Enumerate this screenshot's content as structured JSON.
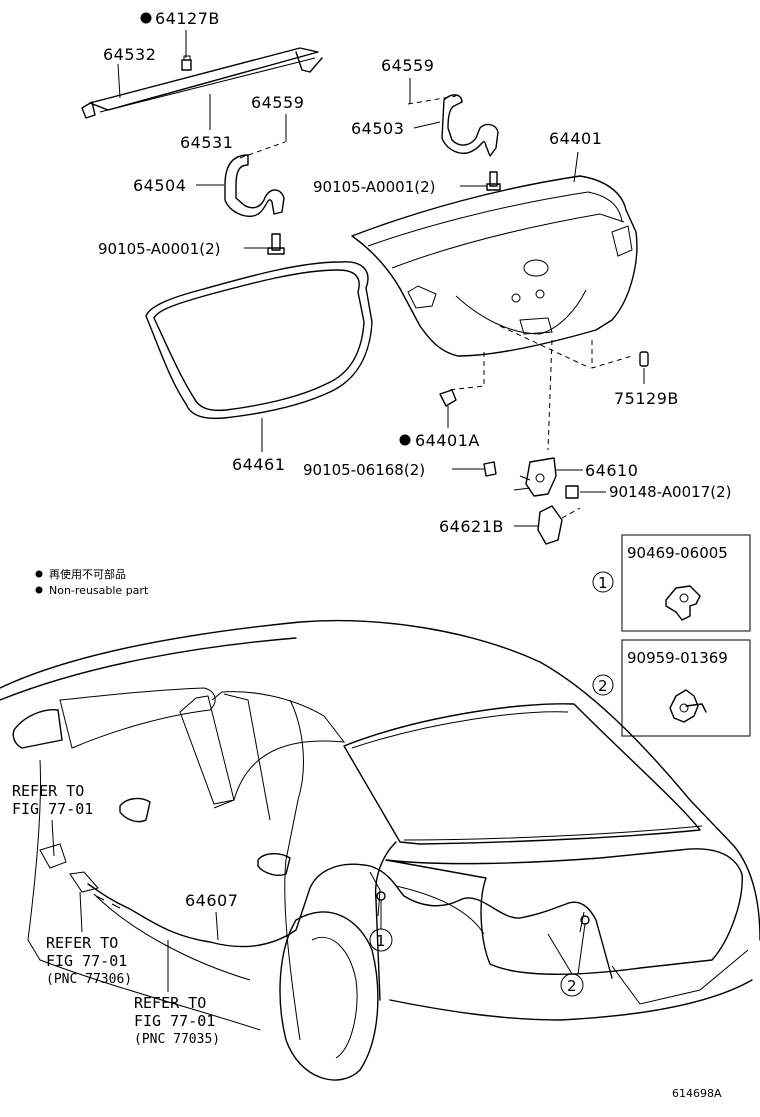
{
  "parts": {
    "p64127B": "64127B",
    "p64532": "64532",
    "p64531": "64531",
    "p64559_left": "64559",
    "p64559_right": "64559",
    "p64504": "64504",
    "p64503": "64503",
    "p90105_A0001_left": "90105-A0001(2)",
    "p90105_A0001_right": "90105-A0001(2)",
    "p64401": "64401",
    "p64461": "64461",
    "p75129B": "75129B",
    "p64401A": "64401A",
    "p90105_06168": "90105-06168(2)",
    "p64610": "64610",
    "p90148_A0017": "90148-A0017(2)",
    "p64621B": "64621B",
    "p64607": "64607"
  },
  "legend": {
    "line_jp": "再使用不可部品",
    "line_en": "Non-reusable part"
  },
  "clip_boxes": [
    {
      "marker": "1",
      "part": "90469-06005"
    },
    {
      "marker": "2",
      "part": "90959-01369"
    }
  ],
  "references": {
    "ref1_line1": "REFER TO",
    "ref1_line2": "FIG 77-01",
    "ref2_line1": "REFER TO",
    "ref2_line2": "FIG 77-01",
    "ref2_line3": "(PNC 77306)",
    "ref3_line1": "REFER TO",
    "ref3_line2": "FIG 77-01",
    "ref3_line3": "(PNC 77035)"
  },
  "callouts": {
    "c1": "1",
    "c2": "2"
  },
  "illustration_id": "614698A"
}
